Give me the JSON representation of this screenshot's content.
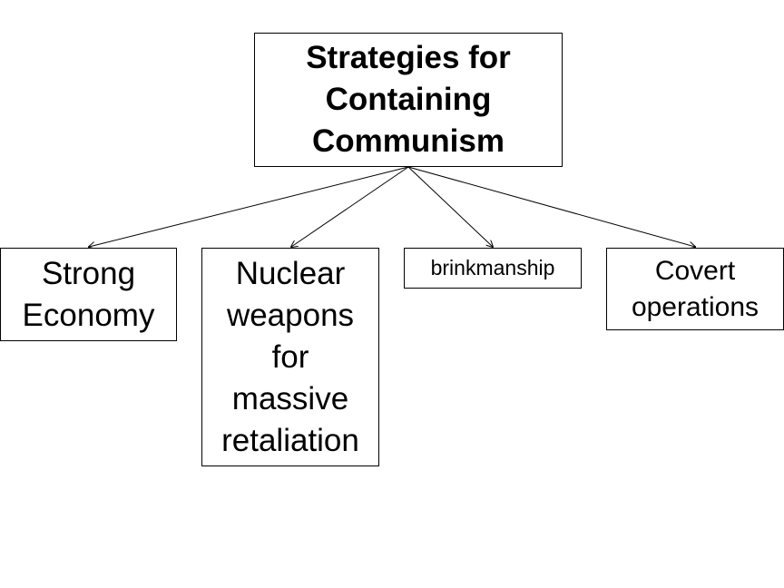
{
  "root": {
    "label_lines": [
      "Strategies for",
      "Containing",
      "Communism"
    ]
  },
  "children": [
    {
      "label_lines": [
        "Strong",
        "Economy"
      ]
    },
    {
      "label_lines": [
        "Nuclear",
        "weapons",
        "for",
        "massive",
        "retaliation"
      ]
    },
    {
      "label_lines": [
        "brinkmanship"
      ]
    },
    {
      "label_lines": [
        "Covert",
        "operations"
      ]
    }
  ],
  "colors": {
    "line": "#000000",
    "box_border": "#000000",
    "background": "#ffffff"
  }
}
